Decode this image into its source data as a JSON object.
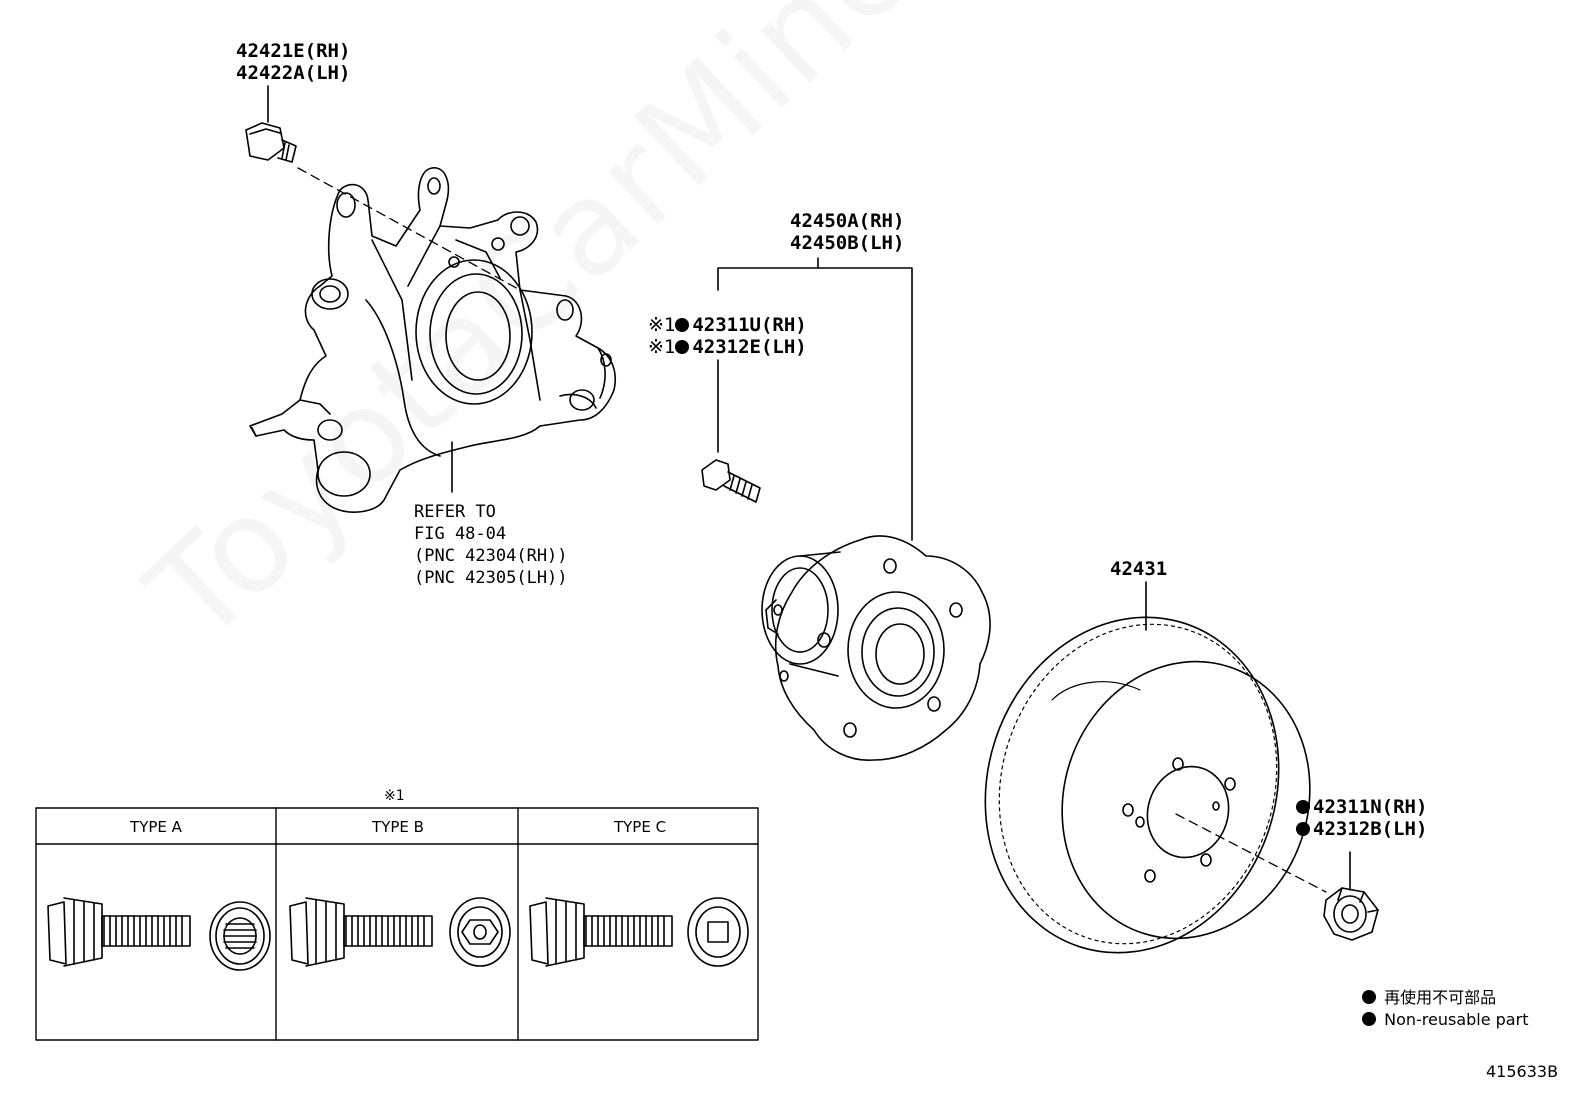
{
  "parts": {
    "bolt_rh": "42421E(RH)",
    "bolt_lh": "42422A(LH)",
    "knuckle_refer": [
      "REFER TO",
      "FIG 48-04",
      "(PNC 42304(RH))",
      "(PNC 42305(LH))"
    ],
    "hub_rh": "42450A(RH)",
    "hub_lh": "42450B(LH)",
    "stud_mark": "※1",
    "stud_rh": "42311U(RH)",
    "stud_lh": "42312E(LH)",
    "disc": "42431",
    "nut_rh": "42311N(RH)",
    "nut_lh": "42312B(LH)"
  },
  "table": {
    "mark": "※1",
    "types": [
      "TYPE A",
      "TYPE B",
      "TYPE C"
    ]
  },
  "legend": {
    "jp": "再使用不可部品",
    "en": "Non-reusable part"
  },
  "figure_id": "415633B",
  "watermark": "ToyotaCarMine.ru"
}
